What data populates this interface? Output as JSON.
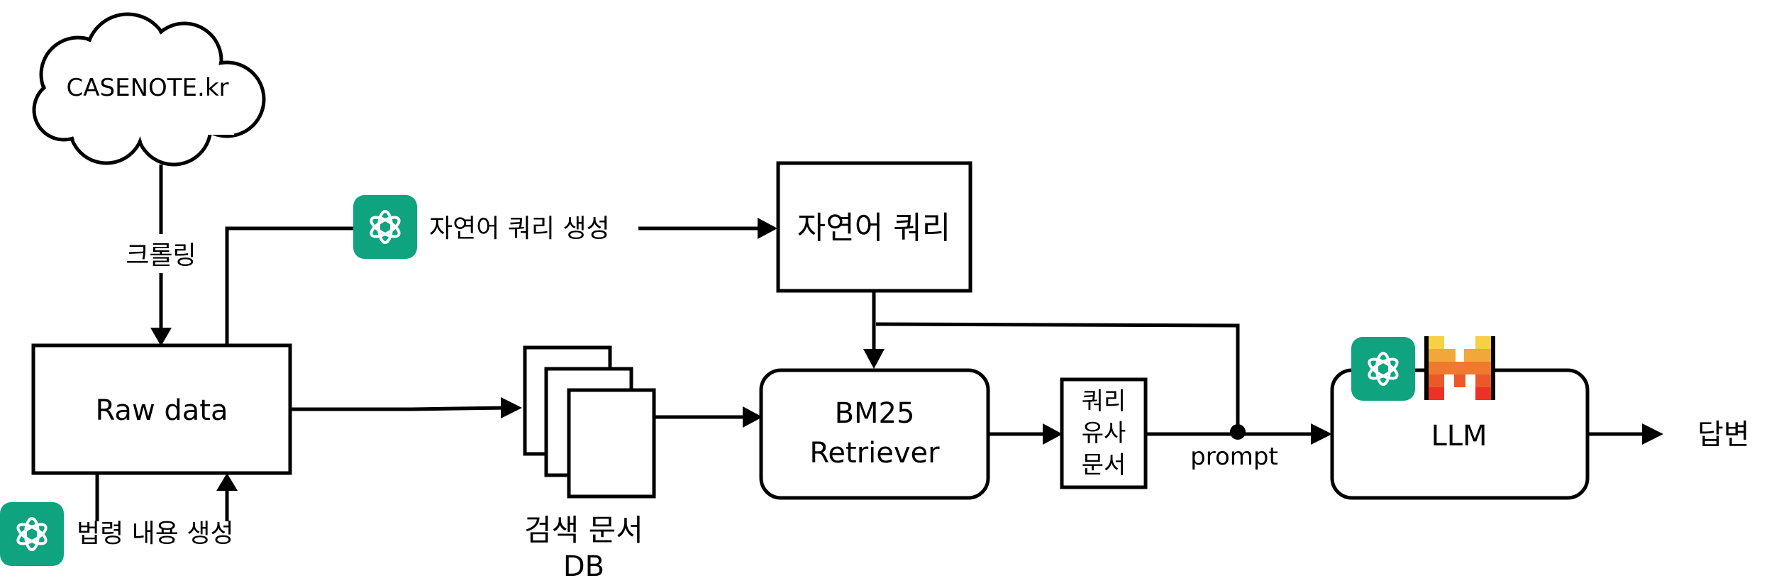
{
  "nodes": {
    "source": "CASENOTE.kr",
    "raw": "Raw data",
    "query": "자연어 쿼리",
    "retriever": [
      "BM25",
      "Retriever"
    ],
    "similar": [
      "쿼리",
      "유사",
      "문서"
    ],
    "db": [
      "검색 문서",
      "DB"
    ],
    "llm": "LLM",
    "answer": "답변"
  },
  "edges": {
    "crawl": "크롤링",
    "gen_query": "자연어 쿼리 생성",
    "gen_law": "법령 내용 생성",
    "prompt": "prompt"
  },
  "icons": {
    "openai": "openai-logo-icon",
    "mistral": "mistral-logo-icon",
    "openai_color": "#10a37f"
  }
}
